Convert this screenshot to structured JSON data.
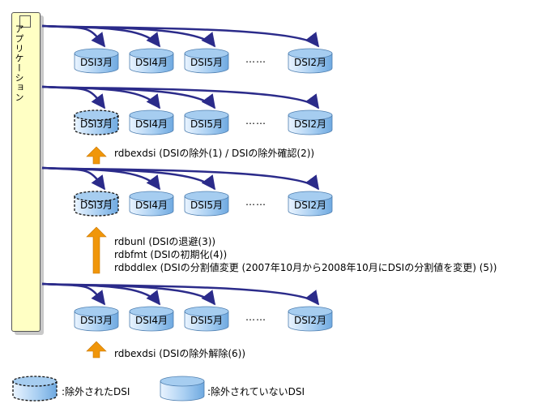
{
  "application_label": "アプリケーション",
  "cylinder_labels": [
    "DSI3月",
    "DSI4月",
    "DSI5月",
    "DSI2月"
  ],
  "ellipsis": "……",
  "rows": [
    {
      "excluded_first": false
    },
    {
      "excluded_first": true
    },
    {
      "excluded_first": true
    },
    {
      "excluded_first": false
    }
  ],
  "commands": {
    "step1": "rdbexdsi (DSIの除外(1) / DSIの除外確認(2))",
    "step2_line1": "rdbunl (DSIの退避(3))",
    "step2_line2": "rdbfmt (DSIの初期化(4))",
    "step2_line3": "rdbddlex (DSIの分割値変更 (2007年10月から2008年10月にDSIの分割値を変更) (5))",
    "step3": "rdbexdsi (DSIの除外解除(6))"
  },
  "legend": {
    "excluded": ":除外されたDSI",
    "not_excluded": ":除外されていないDSI"
  },
  "colors": {
    "arrow": "#2b2b8a",
    "cylinder_top": "#a6cdf0",
    "cylinder_body_light": "#eaf4ff",
    "cylinder_body_dark": "#6fa9e0",
    "app_panel": "#ffffc4",
    "step_arrow": "#f0960a"
  }
}
